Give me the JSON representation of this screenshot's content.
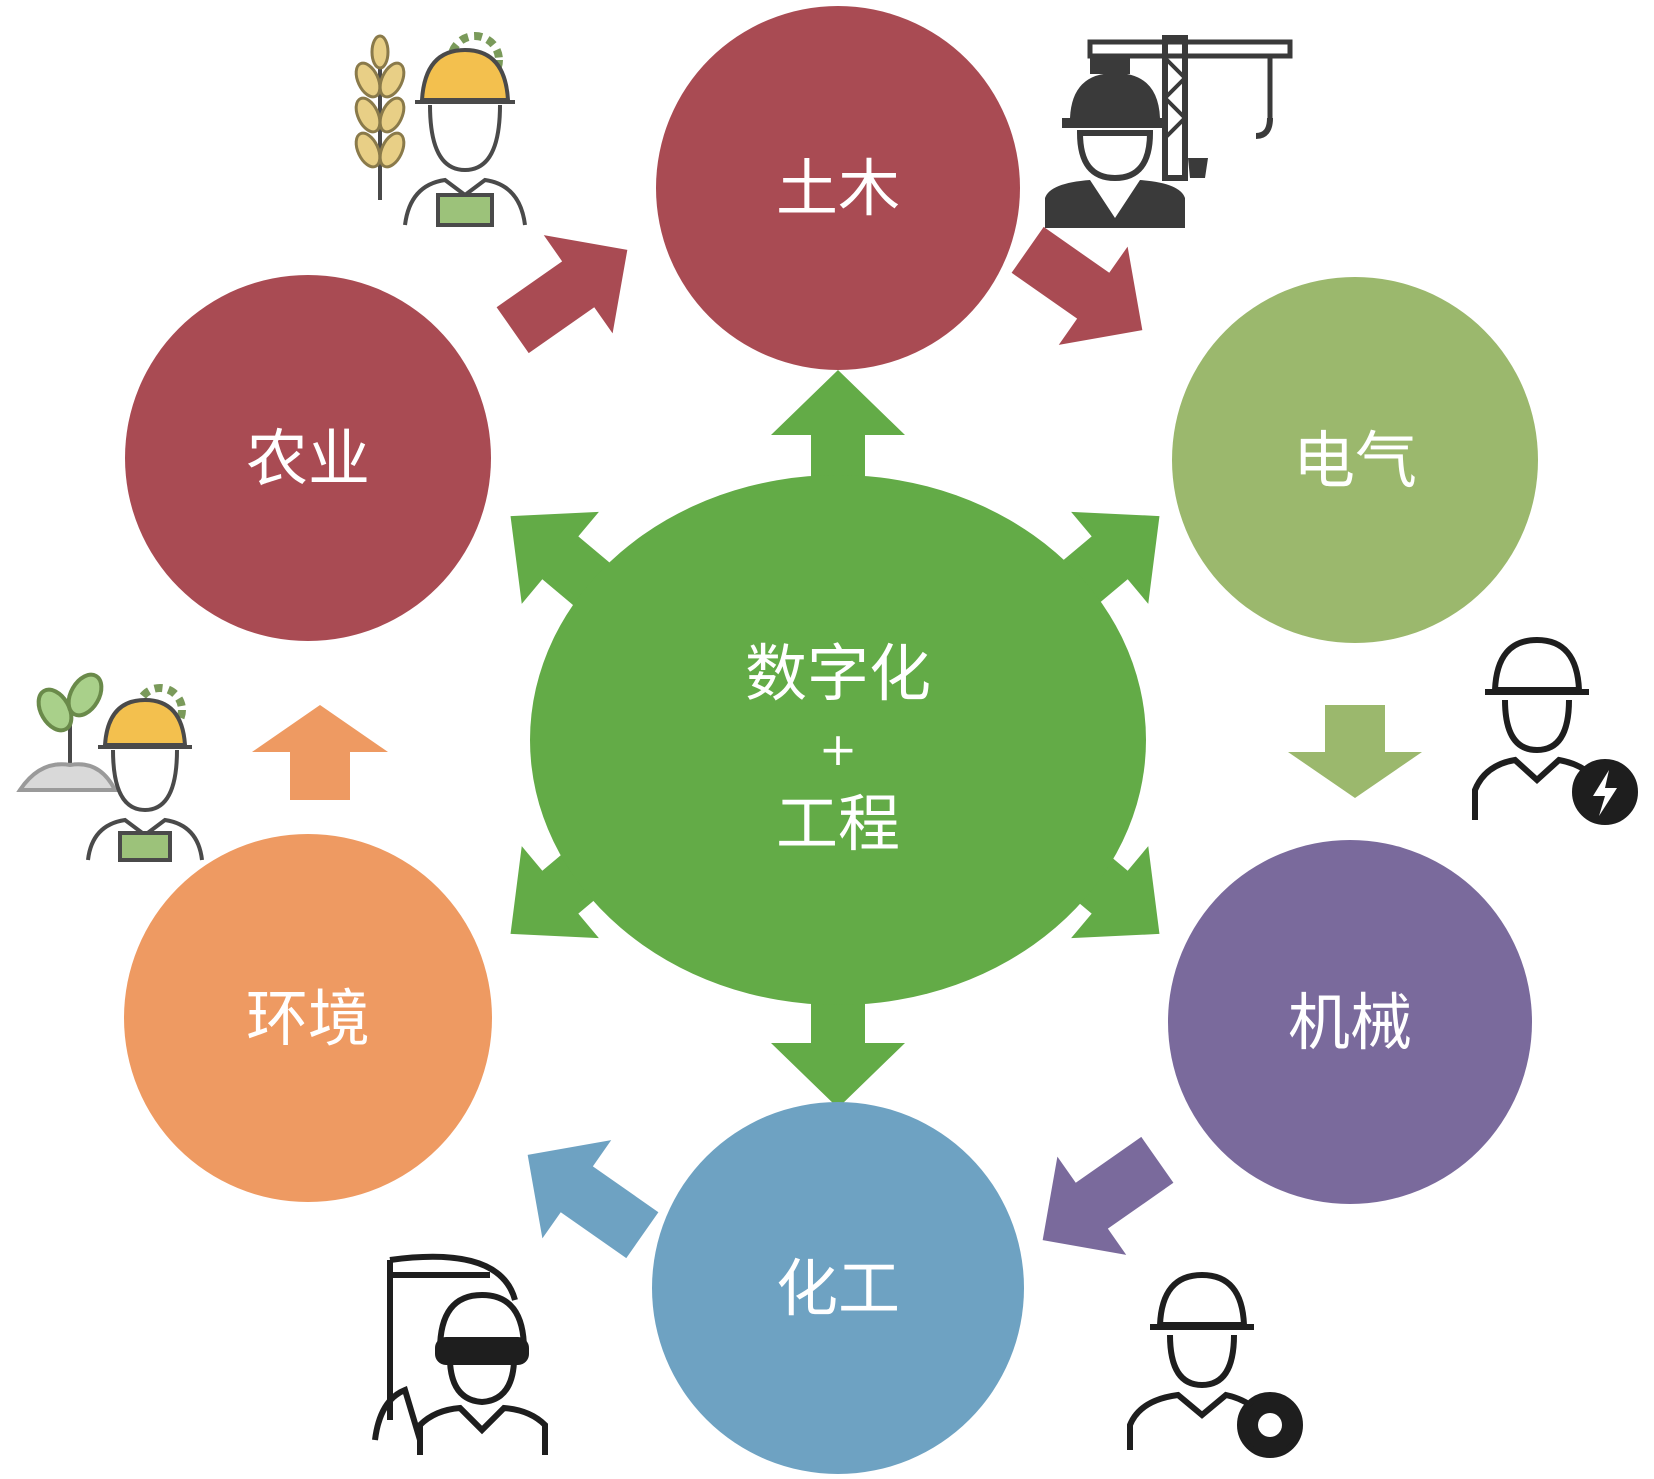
{
  "center": {
    "line1": "数字化",
    "line2": "+",
    "line3": "工程",
    "color": "#63ab47"
  },
  "nodes": [
    {
      "id": "civil",
      "label": "土木",
      "color": "#a94b53",
      "icon": "construction-worker-crane-icon"
    },
    {
      "id": "electrical",
      "label": "电气",
      "color": "#9bb86d",
      "icon": "electrician-icon"
    },
    {
      "id": "mechanical",
      "label": "机械",
      "color": "#7a6a9c",
      "icon": "mechanic-gear-icon"
    },
    {
      "id": "chemical",
      "label": "化工",
      "color": "#6ea2c2",
      "icon": "chemist-icon"
    },
    {
      "id": "environment",
      "label": "环境",
      "color": "#ee9a62",
      "icon": "environment-worker-icon"
    },
    {
      "id": "agriculture",
      "label": "农业",
      "color": "#a94b53",
      "icon": "farmer-wheat-icon"
    }
  ]
}
